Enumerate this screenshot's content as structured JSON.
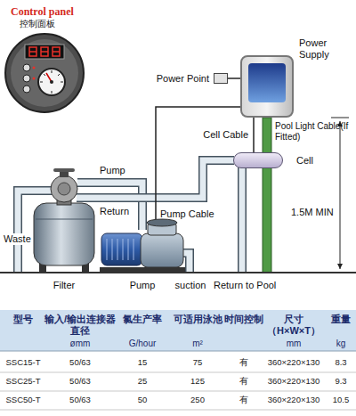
{
  "diagram": {
    "nodes": [
      {
        "text": [
          "Power Supply"
        ]
      },
      {
        "text": [
          "Power Point"
        ]
      },
      {
        "text": [
          "Cell"
        ]
      }
    ],
    "edges": [
      {
        "from": 1,
        "to": 0,
        "arrow": "none"
      },
      {
        "from": 0,
        "to": 2,
        "label": "Cell Cable",
        "arrow": "none"
      }
    ],
    "labels": [
      "Control panel",
      "控制面板",
      "Pool Light Cable(If Fitted)",
      "Pump",
      "Return",
      "Pump Cable",
      "1.5M MIN",
      "Waste",
      "Filter",
      "Pump",
      "suction",
      "Return to Pool",
      "型号",
      "输入/输出连接器 直径",
      "氯生产率",
      "可适用泳池",
      "时间控制",
      "尺寸 （H×W×T）",
      "重量",
      "ømm",
      "G/hour",
      "m²",
      "mm",
      "kg",
      "SSC15-T",
      "50/63",
      "15",
      "75",
      "有",
      "360×220×130",
      "8.3",
      "SSC25-T",
      "50/63",
      "25",
      "125",
      "有",
      "360×220×130",
      "9.3",
      "SSC50-T",
      "50/63",
      "50",
      "250",
      "有",
      "360×220×130",
      "10.5"
    ]
  }
}
